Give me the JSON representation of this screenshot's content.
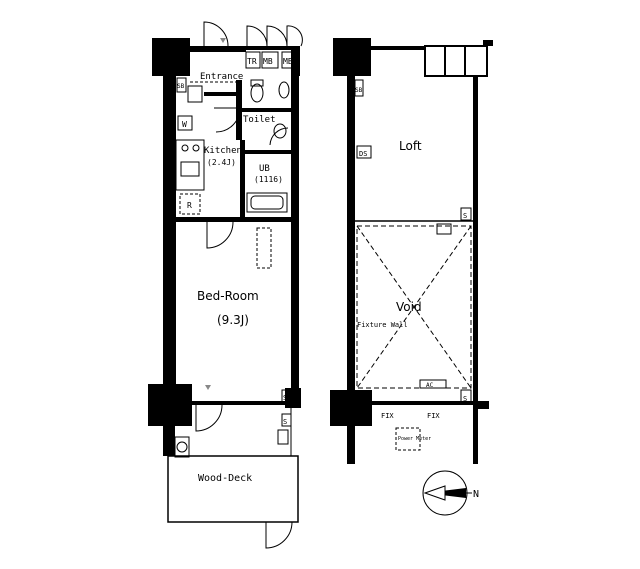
{
  "floor1": {
    "entrance": "Entrance",
    "toilet": "Toilet",
    "kitchen": "Kitchen",
    "kitchen_size": "(2.4J)",
    "ub": "UB",
    "ub_size": "(1116)",
    "tr": "TR",
    "mb1": "MB",
    "mb2": "MB",
    "sb": "SB",
    "w": "W",
    "r": "R",
    "s1": "S",
    "s2": "S",
    "bedroom": "Bed-Room",
    "bedroom_size": "(9.3J)",
    "wood_deck": "Wood-Deck"
  },
  "floor2": {
    "loft": "Loft",
    "void": "Void",
    "fixture_wall": "Fixture Wall",
    "sb": "SB",
    "ds": "DS",
    "s1": "S",
    "s2": "S",
    "ac": "AC",
    "fix1": "FIX",
    "fix2": "FIX",
    "power_meter": "Power Meter"
  },
  "compass": {
    "north": "N"
  },
  "colors": {
    "wall": "#000000",
    "paper": "#ffffff"
  }
}
